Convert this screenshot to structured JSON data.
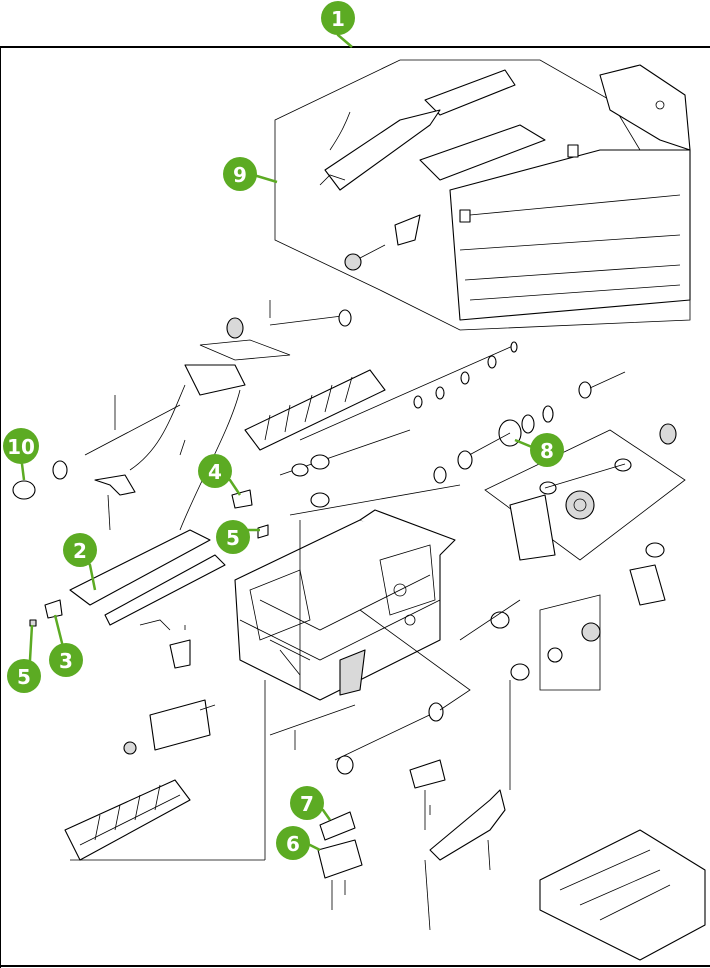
{
  "colors": {
    "accent": "#5cab23",
    "line": "#000000",
    "background": "#ffffff"
  },
  "callouts": [
    {
      "id": "c1",
      "label": "1"
    },
    {
      "id": "c2",
      "label": "2"
    },
    {
      "id": "c3",
      "label": "3"
    },
    {
      "id": "c4",
      "label": "4"
    },
    {
      "id": "c5a",
      "label": "5"
    },
    {
      "id": "c5b",
      "label": "5"
    },
    {
      "id": "c6",
      "label": "6"
    },
    {
      "id": "c7",
      "label": "7"
    },
    {
      "id": "c8",
      "label": "8"
    },
    {
      "id": "c9",
      "label": "9"
    },
    {
      "id": "c10",
      "label": "10"
    }
  ]
}
